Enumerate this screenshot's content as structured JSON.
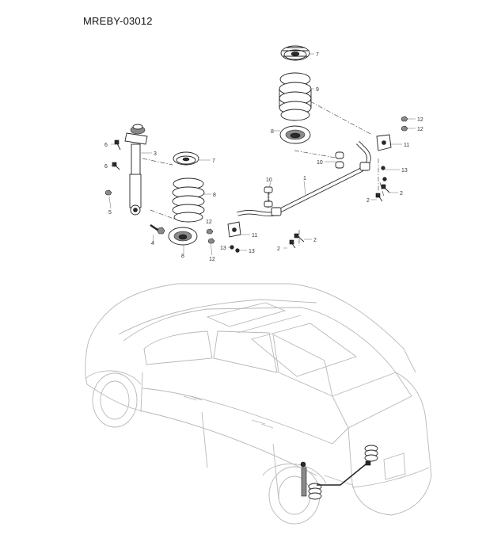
{
  "document": {
    "code": "MREBY-03012"
  },
  "callouts": [
    {
      "id": "c7a",
      "label": "7"
    },
    {
      "id": "c9",
      "label": "9"
    },
    {
      "id": "c8a",
      "label": "8"
    },
    {
      "id": "c12a",
      "label": "12"
    },
    {
      "id": "c12b",
      "label": "12"
    },
    {
      "id": "c11a",
      "label": "11"
    },
    {
      "id": "c10a",
      "label": "10"
    },
    {
      "id": "c13a",
      "label": "13"
    },
    {
      "id": "c2a",
      "label": "2"
    },
    {
      "id": "c2b",
      "label": "2"
    },
    {
      "id": "c6a",
      "label": "6"
    },
    {
      "id": "c3",
      "label": "3"
    },
    {
      "id": "c6b",
      "label": "6"
    },
    {
      "id": "c7b",
      "label": "7"
    },
    {
      "id": "c8b",
      "label": "8"
    },
    {
      "id": "c10b",
      "label": "10"
    },
    {
      "id": "c1",
      "label": "1"
    },
    {
      "id": "c5",
      "label": "5"
    },
    {
      "id": "c4",
      "label": "4"
    },
    {
      "id": "c8c",
      "label": "8"
    },
    {
      "id": "c12c",
      "label": "12"
    },
    {
      "id": "c11b",
      "label": "11"
    },
    {
      "id": "c2c",
      "label": "2"
    },
    {
      "id": "c13b",
      "label": "13"
    },
    {
      "id": "c13c",
      "label": "13"
    },
    {
      "id": "c12d",
      "label": "12"
    },
    {
      "id": "c2d",
      "label": "2"
    }
  ]
}
